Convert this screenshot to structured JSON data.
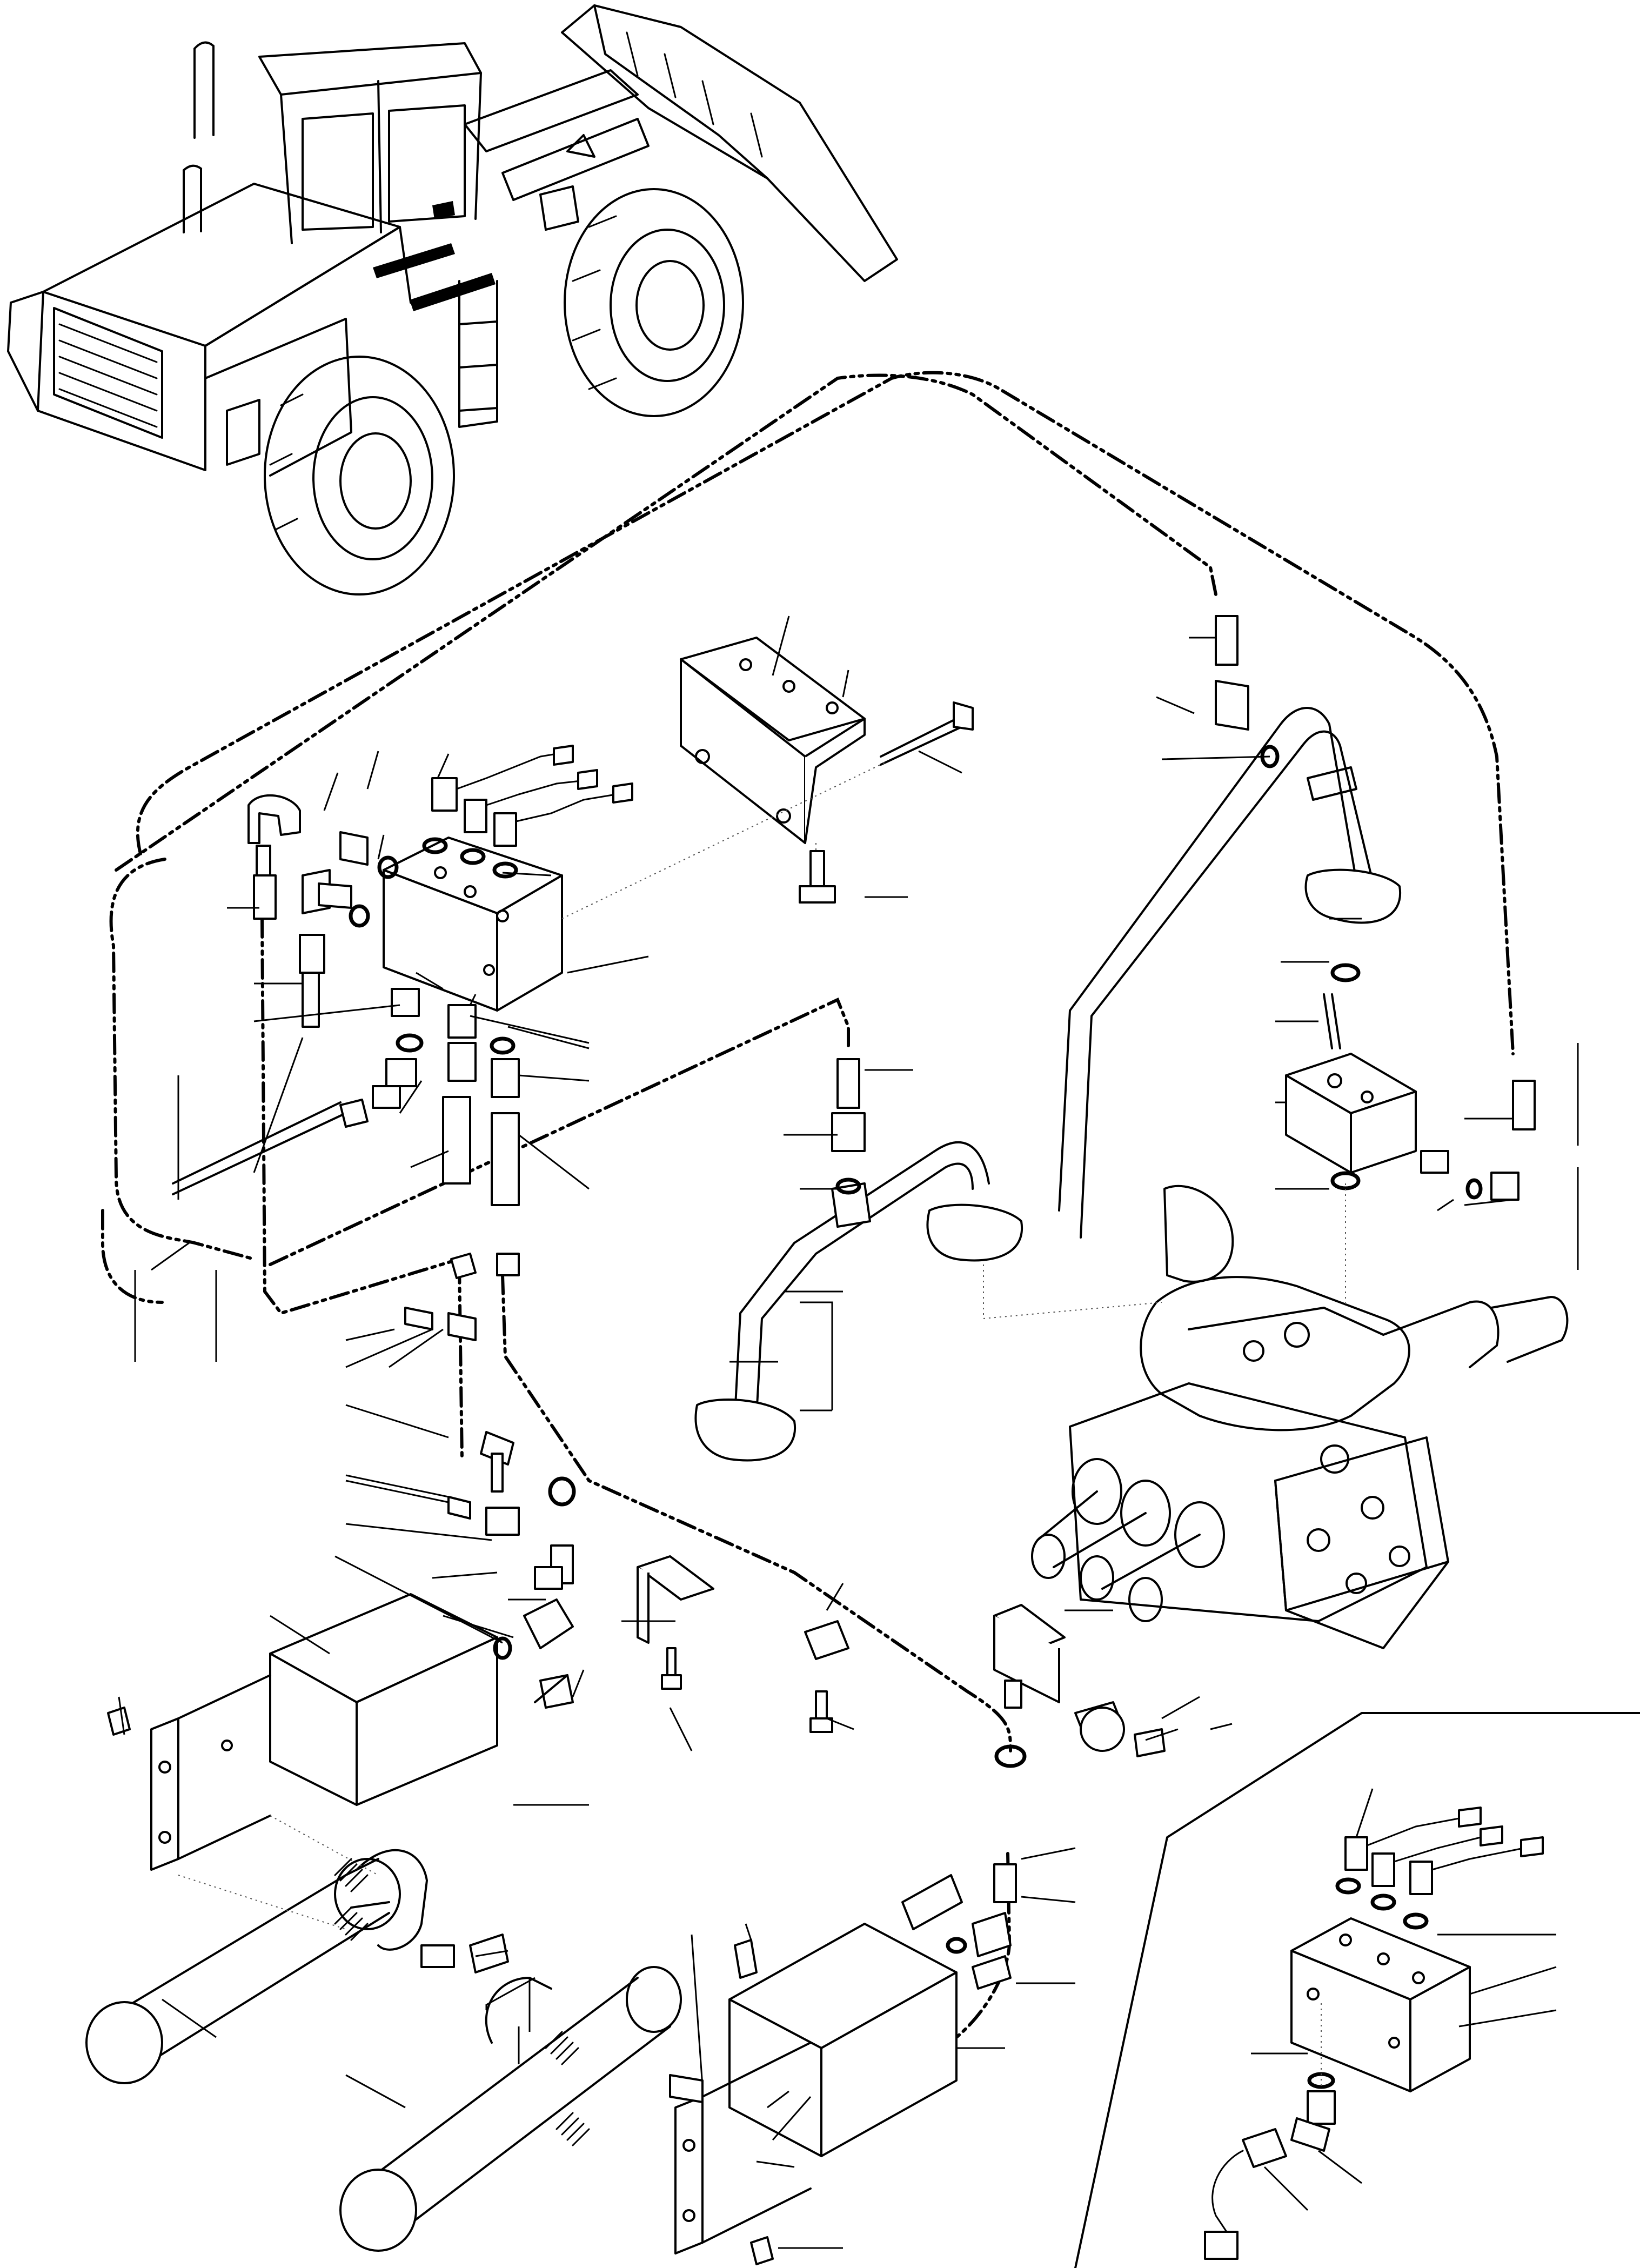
{
  "drawing": {
    "kind": "exploded-parts-diagram",
    "labels": []
  },
  "colors": {
    "line": "#000000",
    "background": "#ffffff"
  },
  "assemblies": [
    "wheel-loader-overview",
    "hydraulic-valve-block",
    "mounting-bracket",
    "control-valve",
    "accumulator-left",
    "accumulator-right",
    "detail-inset-valve-block"
  ]
}
